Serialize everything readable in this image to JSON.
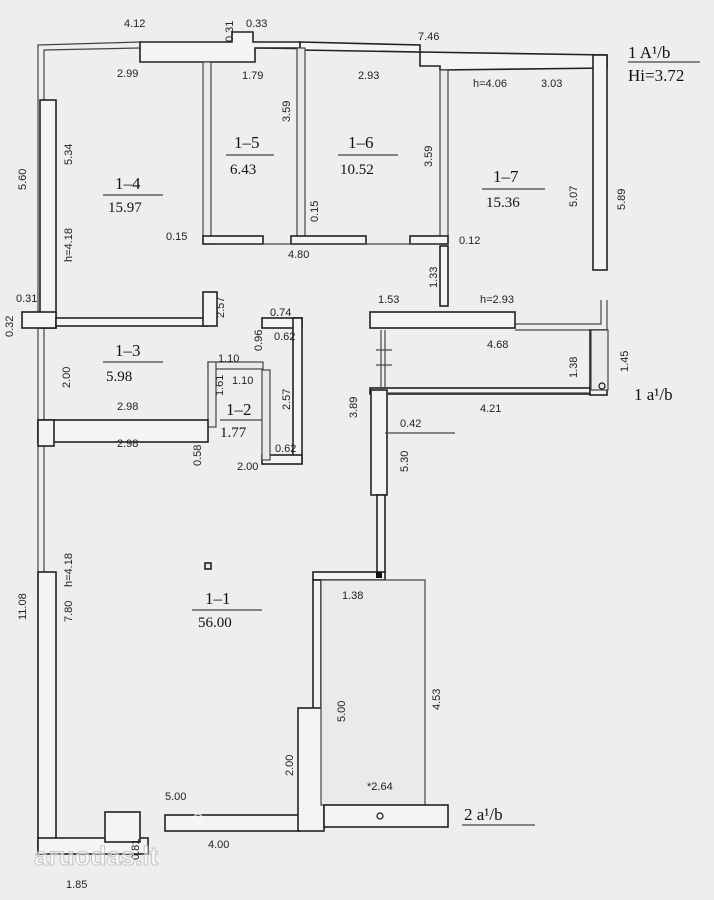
{
  "labels": {
    "section_1a": "1 A¹/b",
    "height_main": "Hi=3.72",
    "section_1a_small": "1 a¹/b",
    "section_2a": "2 a¹/b",
    "watermark": "aruodas.lt"
  },
  "rooms": [
    {
      "id": "1–4",
      "area": "15.97"
    },
    {
      "id": "1–5",
      "area": "6.43"
    },
    {
      "id": "1–6",
      "area": "10.52"
    },
    {
      "id": "1–7",
      "area": "15.36"
    },
    {
      "id": "1–3",
      "area": "5.98"
    },
    {
      "id": "1–2",
      "area": "1.77"
    },
    {
      "id": "1–1",
      "area": "56.00"
    }
  ],
  "dimensions": [
    "4.12",
    "0.31",
    "0.33",
    "7.46",
    "2.99",
    "1.79",
    "2.93",
    "h=4.06",
    "3.03",
    "5.60",
    "5.34",
    "3.59",
    "3.59",
    "5.07",
    "5.89",
    "h=4.18",
    "0.15",
    "0.15",
    "4.80",
    "0.12",
    "1.33",
    "0.32",
    "0.31",
    "2.57",
    "0.74",
    "1.53",
    "h=2.93",
    "0.96",
    "0.62",
    "4.68",
    "1.10",
    "1.38",
    "1.45",
    "2.00",
    "1.61",
    "1.10",
    "2.57",
    "2.98",
    "4.21",
    "3.89",
    "0.42",
    "2.98",
    "0.58",
    "0.62",
    "2.00",
    "5.30",
    "11.08",
    "h=4.18",
    "7.80",
    "1.38",
    "4.53",
    "5.00",
    "2.00",
    "*2.64",
    "5.00",
    "0.81",
    "4.00",
    "1.85"
  ]
}
